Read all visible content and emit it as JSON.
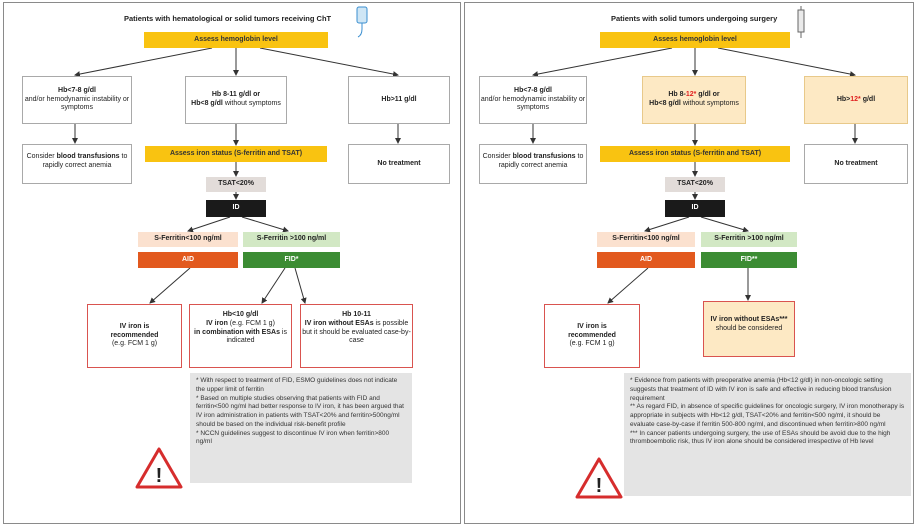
{
  "left": {
    "title": "Patients with hematological or solid tumors receiving ChT",
    "assess_hb": "Assess hemoglobin level",
    "hb_low": {
      "line1": "Hb<7-8 g/dl",
      "line2": "and/or hemodynamic instability or symptoms"
    },
    "hb_mid": {
      "line1": "Hb 8-11 g/dl or",
      "line2": "Hb<8 g/dl",
      "line3": "without symptoms"
    },
    "hb_high": "Hb>11 g/dl",
    "transfusion": {
      "pre": "Consider ",
      "bold": "blood transfusions",
      "post": " to rapidly correct anemia"
    },
    "no_treatment": "No treatment",
    "assess_iron": "Assess iron status (S-ferritin and TSAT)",
    "tsat": "TSAT<20%",
    "id": "ID",
    "ferritin_low": "S-Ferritin<100 ng/ml",
    "ferritin_high": "S-Ferritin >100 ng/ml",
    "aid": "AID",
    "fid": "FID*",
    "iv_rec": {
      "bold": "IV iron is recommended",
      "normal": "(e.g. FCM 1 g)"
    },
    "iv_combo": {
      "line1": "Hb<10 g/dl",
      "b2": "IV iron",
      "n2": " (e.g. FCM 1 g)",
      "b3": "in combination with ESAs",
      "n3": " is indicated"
    },
    "iv_noesa": {
      "line1": "Hb 10-11",
      "b2": "IV iron without ESAs",
      "n2": " is possible but it should be evaluated case-by-case"
    },
    "notes": [
      "* With respect to treatment of FID, ESMO guidelines does not indicate the upper limit of ferritin",
      "* Based on multiple studies observing that patients with FID and ferritin<500 ng/ml had better response to IV iron, it has been argued that IV iron administration in patients with TSAT<20% and ferritin>500ng/ml should be based on the individual risk-benefit profile",
      "* NCCN guidelines suggest to discontinue IV iron when ferritin>800 ng/ml"
    ]
  },
  "right": {
    "title": "Patients with solid tumors undergoing surgery",
    "assess_hb": "Assess hemoglobin level",
    "hb_low": {
      "line1": "Hb<7-8 g/dl",
      "line2": "and/or hemodynamic instability or symptoms"
    },
    "hb_mid": {
      "a": "Hb 8-",
      "red": "12*",
      "b": " g/dl or",
      "line2": "Hb<8 g/dl",
      "line3": "without symptoms"
    },
    "hb_high": {
      "a": "Hb>",
      "red": "12*",
      "b": " g/dl"
    },
    "transfusion": {
      "pre": "Consider ",
      "bold": "blood transfusions",
      "post": " to rapidly correct anemia"
    },
    "no_treatment": "No treatment",
    "assess_iron": "Assess iron status (S-ferritin and TSAT)",
    "tsat": "TSAT<20%",
    "id": "ID",
    "ferritin_low": "S-Ferritin<100 ng/ml",
    "ferritin_high": "S-Ferritin >100 ng/ml",
    "aid": "AID",
    "fid": "FID**",
    "iv_rec": {
      "bold": "IV iron is recommended",
      "normal": "(e.g. FCM 1 g)"
    },
    "iv_noesa": {
      "bold": "IV iron without ESAs***",
      "normal": " should be considered"
    },
    "notes": [
      "* Evidence from patients with preoperative anemia (Hb<12 g/dl) in non-oncologic setting suggests that treatment of ID with IV iron is safe and effective in reducing blood transfusion requirement",
      "** As regard FID, in absence of specific guidelines for oncologic surgery, IV iron monotherapy is appropriate in subjects with Hb<12 g/dl, TSAT<20% and ferritin<500 ng/ml, it should be evaluate case-by-case if ferritin 500-800 ng/ml, and discontinued when ferritin>800 ng/ml",
      "*** In cancer patients undergoing surgery, the use of ESAs should be avoid due to the high thromboembolic risk, thus IV iron alone should be considered irrespective of Hb level"
    ]
  },
  "icons": [
    "iv-bag-icon",
    "syringe-icon",
    "warning-triangle-icon"
  ],
  "colors": {
    "yellow": "#f9c311",
    "orange": "#e2591e",
    "green": "#3c8c33",
    "red": "#d9534f",
    "pale": "#fde9c4"
  }
}
